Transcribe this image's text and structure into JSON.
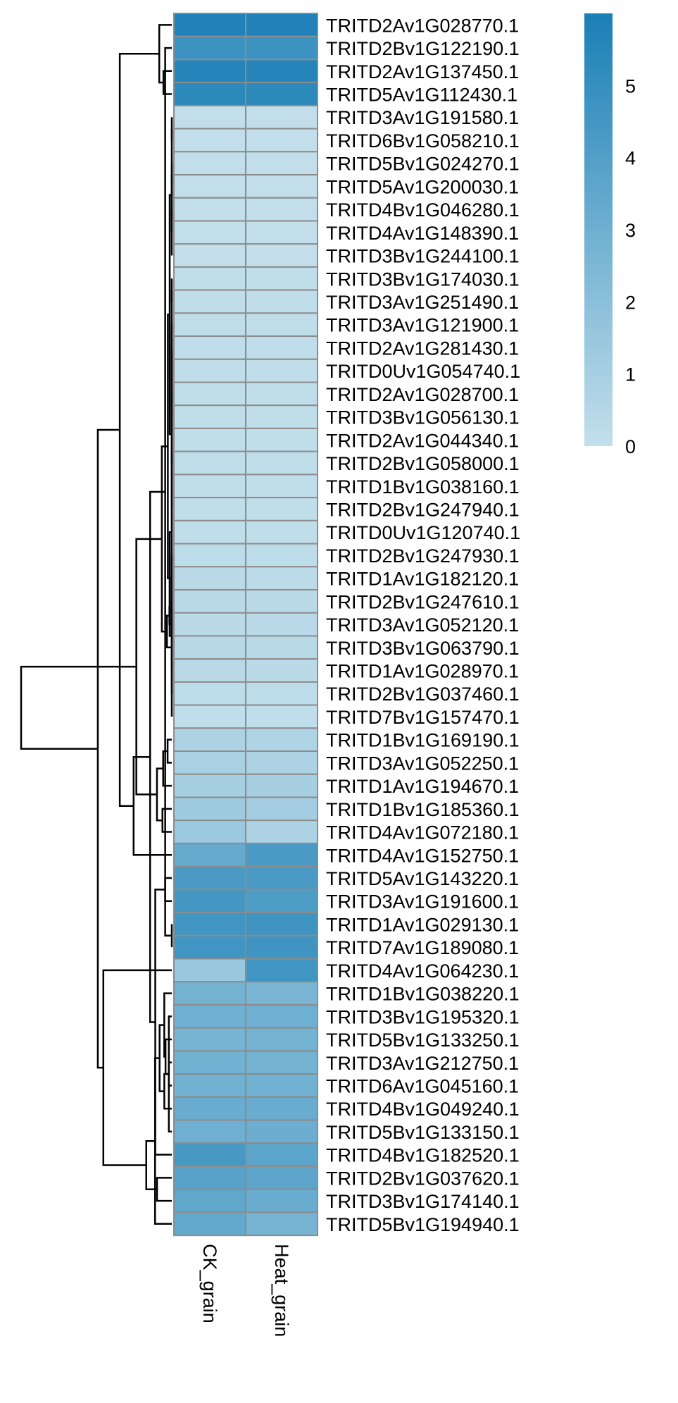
{
  "chart_data": {
    "type": "heatmap",
    "columns": [
      "CK_grain",
      "Heat_grain"
    ],
    "rows": [
      "TRITD2Av1G028770.1",
      "TRITD2Bv1G122190.1",
      "TRITD2Av1G137450.1",
      "TRITD5Av1G112430.1",
      "TRITD3Av1G191580.1",
      "TRITD6Bv1G058210.1",
      "TRITD5Bv1G024270.1",
      "TRITD5Av1G200030.1",
      "TRITD4Bv1G046280.1",
      "TRITD4Av1G148390.1",
      "TRITD3Bv1G244100.1",
      "TRITD3Bv1G174030.1",
      "TRITD3Av1G251490.1",
      "TRITD3Av1G121900.1",
      "TRITD2Av1G281430.1",
      "TRITD0Uv1G054740.1",
      "TRITD2Av1G028700.1",
      "TRITD3Bv1G056130.1",
      "TRITD2Av1G044340.1",
      "TRITD2Bv1G058000.1",
      "TRITD1Bv1G038160.1",
      "TRITD2Bv1G247940.1",
      "TRITD0Uv1G120740.1",
      "TRITD2Bv1G247930.1",
      "TRITD1Av1G182120.1",
      "TRITD2Bv1G247610.1",
      "TRITD3Av1G052120.1",
      "TRITD3Bv1G063790.1",
      "TRITD1Av1G028970.1",
      "TRITD2Bv1G037460.1",
      "TRITD7Bv1G157470.1",
      "TRITD1Bv1G169190.1",
      "TRITD3Av1G052250.1",
      "TRITD1Av1G194670.1",
      "TRITD1Bv1G185360.1",
      "TRITD4Av1G072180.1",
      "TRITD4Av1G152750.1",
      "TRITD5Av1G143220.1",
      "TRITD3Av1G191600.1",
      "TRITD1Av1G029130.1",
      "TRITD7Av1G189080.1",
      "TRITD4Av1G064230.1",
      "TRITD1Bv1G038220.1",
      "TRITD3Bv1G195320.1",
      "TRITD5Bv1G133250.1",
      "TRITD3Av1G212750.1",
      "TRITD6Av1G045160.1",
      "TRITD4Bv1G049240.1",
      "TRITD5Bv1G133150.1",
      "TRITD4Bv1G182520.1",
      "TRITD2Bv1G037620.1",
      "TRITD3Bv1G174140.1",
      "TRITD5Bv1G194940.1"
    ],
    "values": [
      [
        5.8,
        5.8
      ],
      [
        4.8,
        4.8
      ],
      [
        5.6,
        5.6
      ],
      [
        5.4,
        5.4
      ],
      [
        0.05,
        0.05
      ],
      [
        0.05,
        0.05
      ],
      [
        0.05,
        0.05
      ],
      [
        0.05,
        0.05
      ],
      [
        0.05,
        0.05
      ],
      [
        0.05,
        0.05
      ],
      [
        0.05,
        0.05
      ],
      [
        0.1,
        0.1
      ],
      [
        0.1,
        0.1
      ],
      [
        0.1,
        0.1
      ],
      [
        0.15,
        0.15
      ],
      [
        0.1,
        0.1
      ],
      [
        0.1,
        0.1
      ],
      [
        0.1,
        0.1
      ],
      [
        0.1,
        0.1
      ],
      [
        0.1,
        0.1
      ],
      [
        0.1,
        0.1
      ],
      [
        0.1,
        0.1
      ],
      [
        0.1,
        0.1
      ],
      [
        0.2,
        0.2
      ],
      [
        0.3,
        0.25
      ],
      [
        0.35,
        0.3
      ],
      [
        0.3,
        0.35
      ],
      [
        0.45,
        0.4
      ],
      [
        0.35,
        0.3
      ],
      [
        0.2,
        0.2
      ],
      [
        0.15,
        0.15
      ],
      [
        0.8,
        0.7
      ],
      [
        0.9,
        0.8
      ],
      [
        1.0,
        1.0
      ],
      [
        1.3,
        1.1
      ],
      [
        1.4,
        0.8
      ],
      [
        3.3,
        4.3
      ],
      [
        4.3,
        4.3
      ],
      [
        4.5,
        4.2
      ],
      [
        4.6,
        4.7
      ],
      [
        4.6,
        4.7
      ],
      [
        1.5,
        4.6
      ],
      [
        2.8,
        2.6
      ],
      [
        3.0,
        3.0
      ],
      [
        2.7,
        2.8
      ],
      [
        2.9,
        2.8
      ],
      [
        2.9,
        2.9
      ],
      [
        3.2,
        3.2
      ],
      [
        3.0,
        3.1
      ],
      [
        4.4,
        3.7
      ],
      [
        3.8,
        3.6
      ],
      [
        3.5,
        3.2
      ],
      [
        3.4,
        2.7
      ]
    ],
    "color_scale": {
      "min": 0,
      "max": 6,
      "low_color": "#c3dfeb",
      "high_color": "#1a7fb6",
      "ticks": [
        0,
        1,
        2,
        3,
        4,
        5
      ]
    },
    "cell_border_color": "#8c8c8c",
    "row_dendrogram": "left",
    "legend_position": "right",
    "column_label_orientation": "vertical"
  }
}
